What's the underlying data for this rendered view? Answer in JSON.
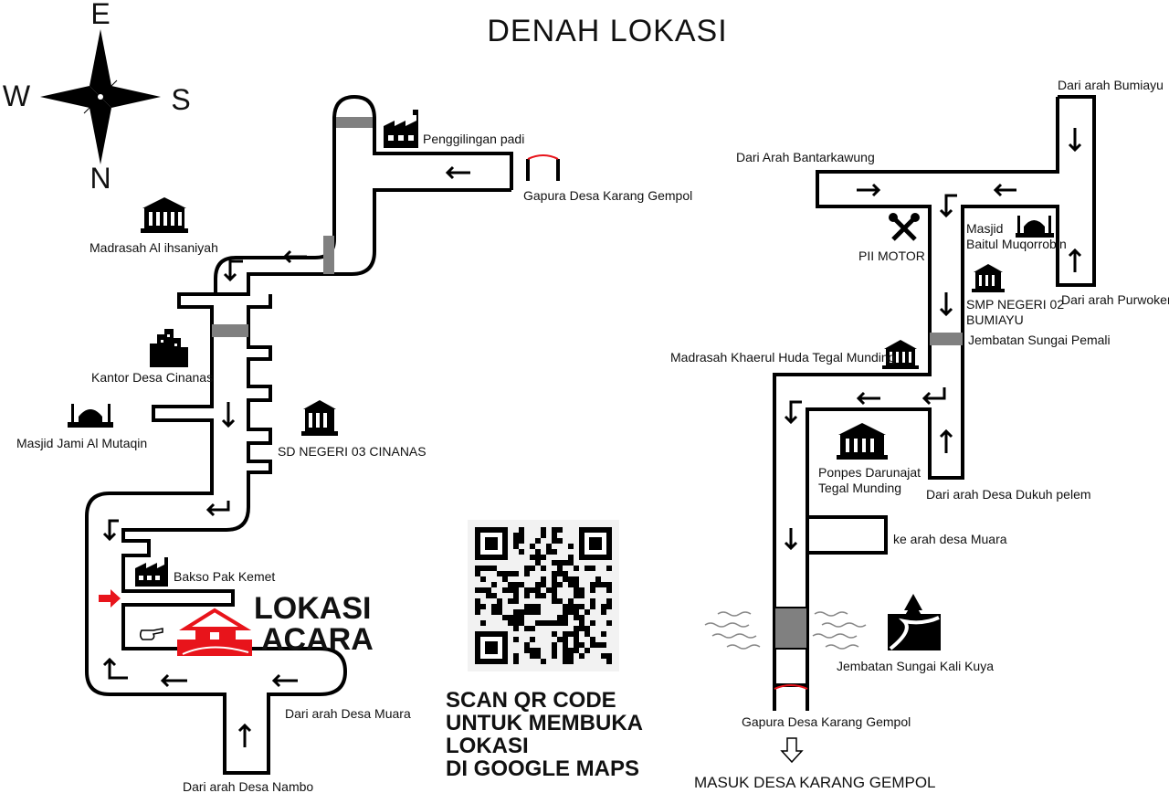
{
  "title": "DENAH LOKASI",
  "compass": {
    "e": "E",
    "w": "W",
    "s": "S",
    "n": "N"
  },
  "left_map": {
    "penggilingan": "Penggilingan padi",
    "gapura_top": "Gapura Desa Karang Gempol",
    "madrasah": "Madrasah Al ihsaniyah",
    "kantor_desa": "Kantor Desa Cinanas",
    "masjid": "Masjid Jami Al Mutaqin",
    "sd": "SD NEGERI 03 CINANAS",
    "bakso": "Bakso Pak Kemet",
    "lokasi_line1": "LOKASI",
    "lokasi_line2": "ACARA",
    "dari_muara": "Dari arah Desa Muara",
    "dari_nambo": "Dari arah Desa Nambo"
  },
  "qr": {
    "line1": "SCAN QR CODE",
    "line2": "UNTUK MEMBUKA",
    "line3": "LOKASI",
    "line4": "DI GOOGLE MAPS"
  },
  "right_map": {
    "dari_bumiayu": "Dari arah Bumiayu",
    "dari_bantarkawung": "Dari Arah Bantarkawung",
    "pii_motor": "PII MOTOR",
    "masjid_line1": "Masjid",
    "masjid_line2": "Baitul Muqorrobin",
    "dari_purwokerto": "Dari arah Purwokerto",
    "smp_line1": "SMP NEGERI 02",
    "smp_line2": "BUMIAYU",
    "jembatan_pemali": "Jembatan Sungai Pemali",
    "madrasah_khaerul": "Madrasah Khaerul Huda Tegal Munding",
    "ponpes_line1": "Ponpes Darunajat",
    "ponpes_line2": "Tegal Munding",
    "dari_dukuh": "Dari arah Desa Dukuh pelem",
    "ke_muara": "ke arah desa Muara",
    "jembatan_kuya": "Jembatan Sungai Kali Kuya",
    "gapura_bottom": "Gapura Desa Karang Gempol",
    "masuk": "MASUK DESA KARANG GEMPOL"
  },
  "colors": {
    "accent": "#e8141b",
    "bridge": "#808080"
  }
}
